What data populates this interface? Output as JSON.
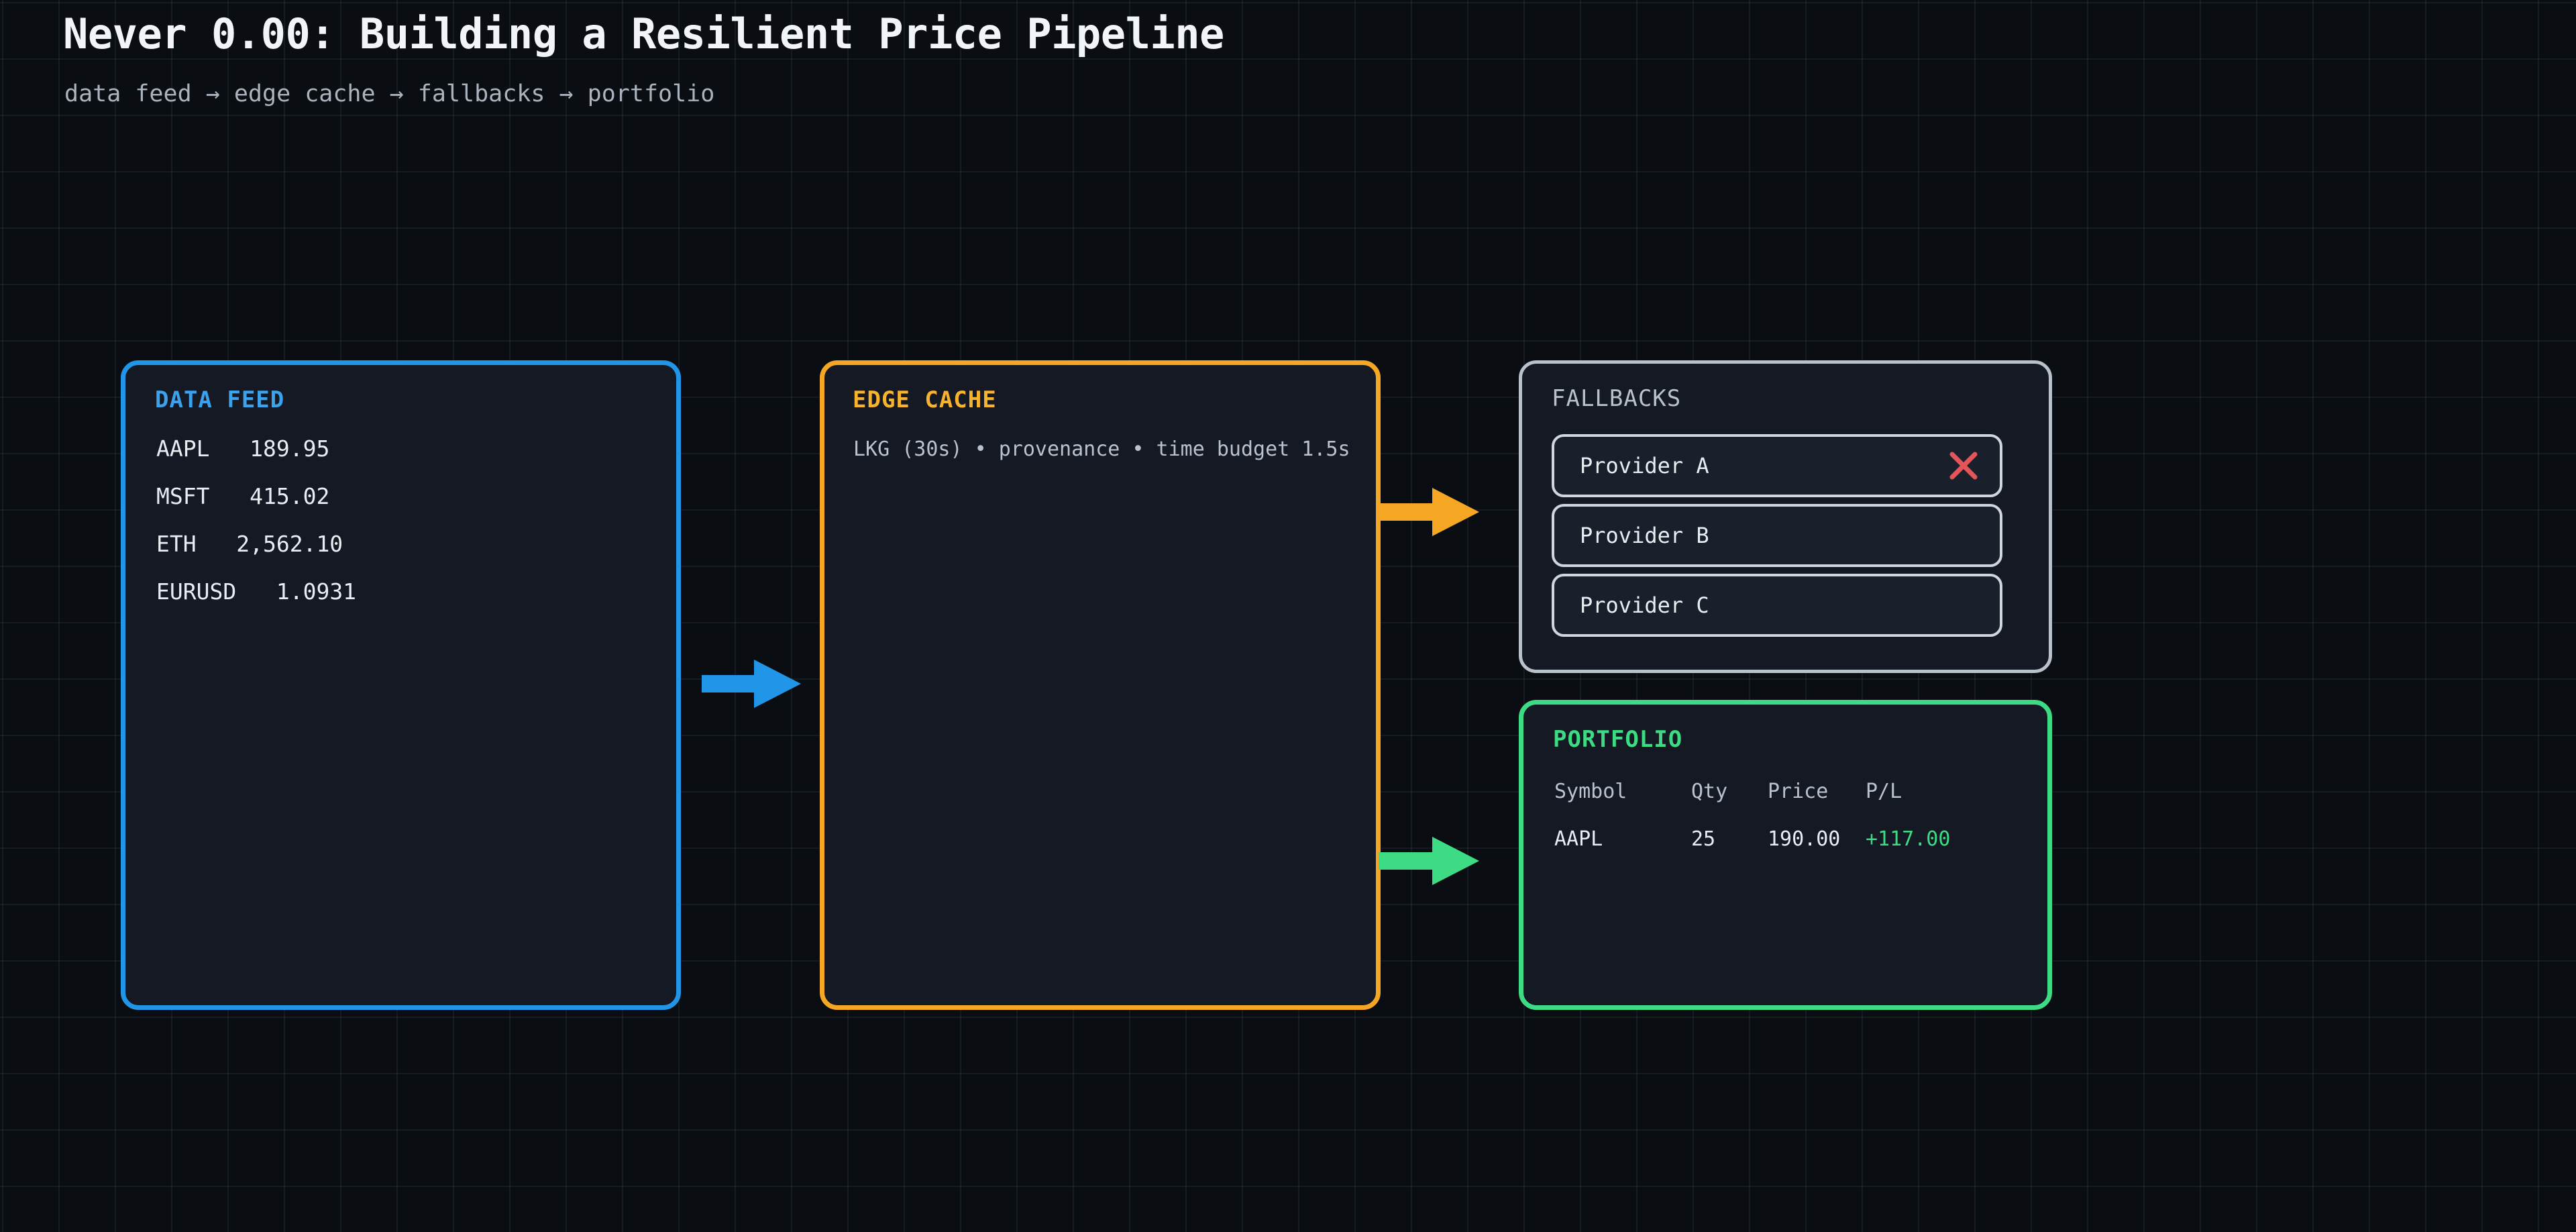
{
  "header": {
    "title": "Never 0.00: Building a Resilient Price Pipeline",
    "subtitle": "data feed → edge cache → fallbacks → portfolio"
  },
  "colors": {
    "background": "#0a0d11",
    "panel_fill": "#141923",
    "data_feed_accent": "#2196e8",
    "edge_cache_accent": "#f5a623",
    "fallbacks_accent": "#b9c1cb",
    "portfolio_accent": "#3ddc84",
    "error_red": "#e4555a",
    "text_primary": "#e8edf2",
    "text_muted": "#b9c2cd"
  },
  "data_feed": {
    "title": "DATA FEED",
    "quotes": [
      {
        "symbol": "AAPL",
        "price": "189.95"
      },
      {
        "symbol": "MSFT",
        "price": "415.02"
      },
      {
        "symbol": "ETH",
        "price": "2,562.10"
      },
      {
        "symbol": "EURUSD",
        "price": "1.0931"
      }
    ]
  },
  "edge_cache": {
    "title": "EDGE CACHE",
    "meta": "LKG (30s) • provenance • time budget 1.5s"
  },
  "fallbacks": {
    "title": "FALLBACKS",
    "providers": [
      {
        "label": "Provider A",
        "status": "failed",
        "status_icon": "x-icon"
      },
      {
        "label": "Provider B",
        "status": "ok",
        "status_icon": ""
      },
      {
        "label": "Provider C",
        "status": "ok",
        "status_icon": ""
      }
    ]
  },
  "portfolio": {
    "title": "PORTFOLIO",
    "columns": [
      "Symbol",
      "Qty",
      "Price",
      "P/L"
    ],
    "rows": [
      {
        "symbol": "AAPL",
        "qty": "25",
        "price": "190.00",
        "pl": "+117.00"
      }
    ]
  },
  "arrows": [
    {
      "name": "feed-to-cache",
      "color": "#2196e8"
    },
    {
      "name": "cache-to-fallbacks",
      "color": "#f5a623"
    },
    {
      "name": "cache-to-portfolio",
      "color": "#3ddc84"
    }
  ]
}
